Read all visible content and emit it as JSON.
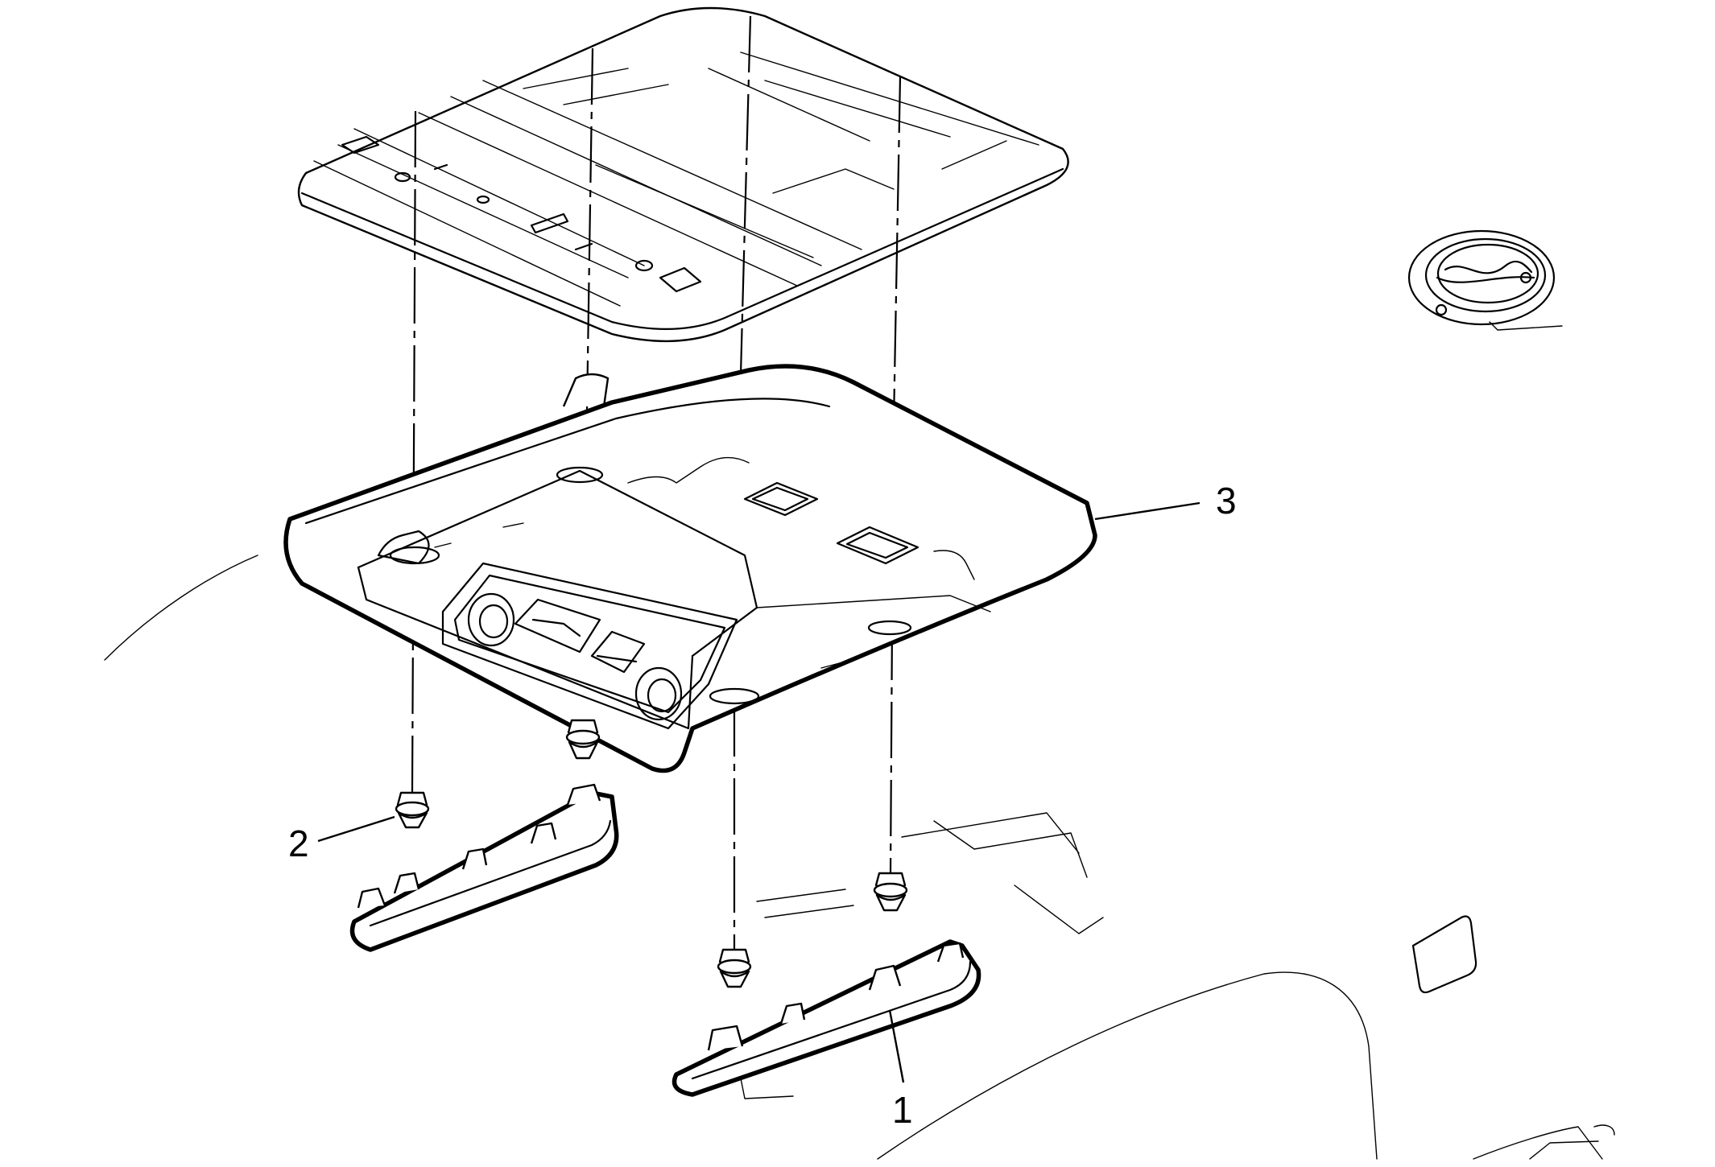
{
  "diagram": {
    "callouts": [
      {
        "id": "1",
        "label": "1"
      },
      {
        "id": "2",
        "label": "2"
      },
      {
        "id": "3",
        "label": "3"
      }
    ]
  }
}
